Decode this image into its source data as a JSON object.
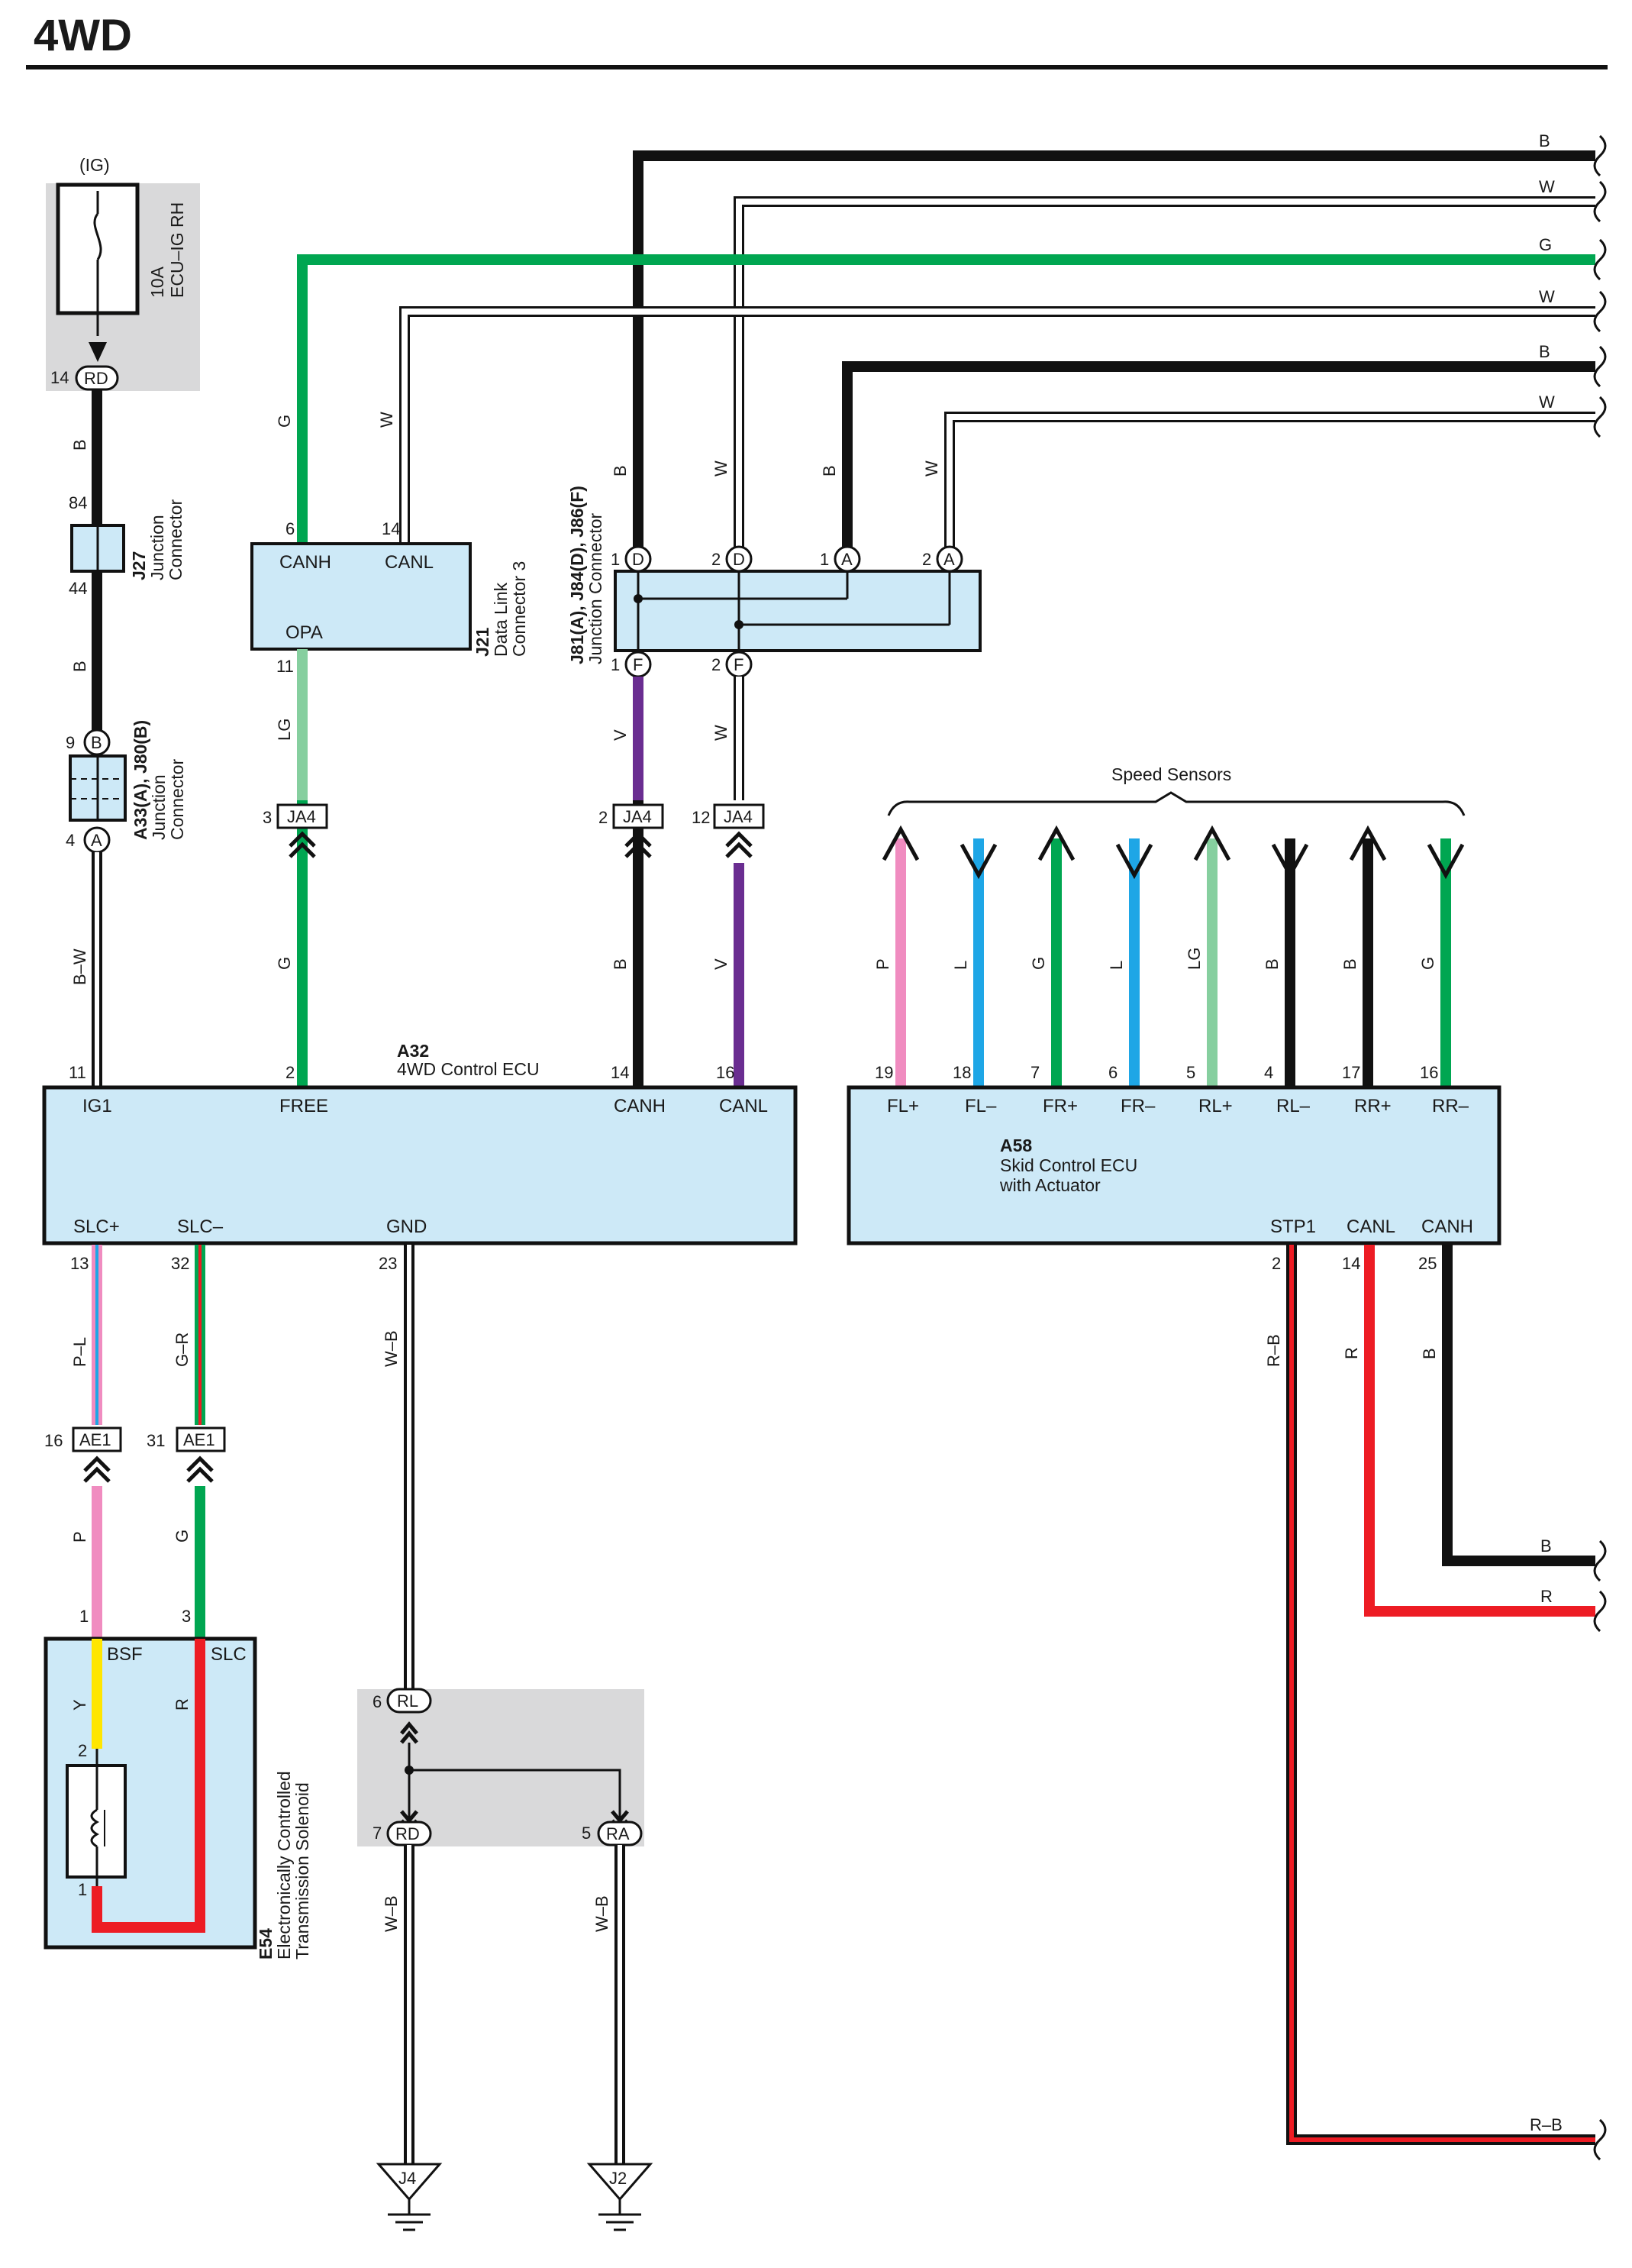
{
  "title": "4WD",
  "fuse": {
    "source": "(IG)",
    "rating": "10A",
    "name": "ECU–IG RH",
    "pin": "14",
    "connector": "RD"
  },
  "connectors": {
    "j27": {
      "id": "J27",
      "desc1": "Junction",
      "desc2": "Connector",
      "pin_top": "84",
      "pin_bottom": "44"
    },
    "a33": {
      "id": "A33(A), J80(B)",
      "desc1": "Junction",
      "desc2": "Connector",
      "pin_top": "9",
      "code_top": "B",
      "pin_bottom": "4",
      "code_bottom": "A"
    },
    "j21": {
      "id": "J21",
      "desc1": "Data Link",
      "desc2": "Connector 3",
      "terms": [
        "CANH",
        "CANL",
        "OPA"
      ],
      "pins": [
        "6",
        "14",
        "11"
      ]
    },
    "j81": {
      "id": "J81(A), J84(D), J86(F)",
      "desc": "Junction Connector",
      "top_pins": [
        {
          "pin": "1",
          "code": "D"
        },
        {
          "pin": "2",
          "code": "D"
        },
        {
          "pin": "1",
          "code": "A"
        },
        {
          "pin": "2",
          "code": "A"
        }
      ],
      "bottom_pins": [
        {
          "pin": "1",
          "code": "F"
        },
        {
          "pin": "2",
          "code": "F"
        }
      ]
    },
    "ja4": [
      {
        "pin": "3",
        "code": "JA4"
      },
      {
        "pin": "2",
        "code": "JA4"
      },
      {
        "pin": "12",
        "code": "JA4"
      }
    ],
    "ae1": [
      {
        "pin": "16",
        "code": "AE1"
      },
      {
        "pin": "31",
        "code": "AE1"
      }
    ]
  },
  "ecu_4wd": {
    "id": "A32",
    "name": "4WD Control ECU",
    "top_terms": [
      {
        "pin": "11",
        "name": "IG1"
      },
      {
        "pin": "2",
        "name": "FREE"
      },
      {
        "pin": "14",
        "name": "CANH"
      },
      {
        "pin": "16",
        "name": "CANL"
      }
    ],
    "bottom_terms": [
      {
        "pin": "13",
        "name": "SLC+"
      },
      {
        "pin": "32",
        "name": "SLC–"
      },
      {
        "pin": "23",
        "name": "GND"
      }
    ]
  },
  "skid_ecu": {
    "id": "A58",
    "name1": "Skid Control ECU",
    "name2": "with Actuator",
    "top_terms": [
      {
        "pin": "19",
        "name": "FL+"
      },
      {
        "pin": "18",
        "name": "FL–"
      },
      {
        "pin": "7",
        "name": "FR+"
      },
      {
        "pin": "6",
        "name": "FR–"
      },
      {
        "pin": "5",
        "name": "RL+"
      },
      {
        "pin": "4",
        "name": "RL–"
      },
      {
        "pin": "17",
        "name": "RR+"
      },
      {
        "pin": "16",
        "name": "RR–"
      }
    ],
    "bottom_terms": [
      {
        "pin": "2",
        "name": "STP1"
      },
      {
        "pin": "14",
        "name": "CANL"
      },
      {
        "pin": "25",
        "name": "CANH"
      }
    ]
  },
  "speed_sensors_label": "Speed Sensors",
  "sensor_wires": [
    "P",
    "L",
    "G",
    "L",
    "LG",
    "B",
    "B",
    "G"
  ],
  "solenoid": {
    "id": "E54",
    "name1": "Electronically Controlled",
    "name2": "Transmission Solenoid",
    "terms": [
      "BSF",
      "SLC"
    ],
    "pins": [
      "1",
      "3",
      "2",
      "1"
    ]
  },
  "ground_junction": {
    "pins": [
      {
        "pin": "6",
        "code": "RL"
      },
      {
        "pin": "7",
        "code": "RD"
      },
      {
        "pin": "5",
        "code": "RA"
      }
    ]
  },
  "grounds": [
    "J4",
    "J2"
  ],
  "right_wire_labels": [
    "B",
    "W",
    "G",
    "W",
    "B",
    "W"
  ],
  "bottom_right_labels": [
    "B",
    "R",
    "R–B"
  ],
  "wire_labels": {
    "fuse_down": "B",
    "j27_down": "B",
    "a33_down": "B–W",
    "j21_g": "G",
    "j21_w": "W",
    "j21_lg": "LG",
    "free_g": "G",
    "j81_b": "B",
    "j81_w1": "W",
    "j81_b2": "B",
    "j81_w2": "W",
    "j81_v": "V",
    "j81_w3": "W",
    "canh_b": "B",
    "canl_v": "V",
    "slcp": "P–L",
    "slcm": "G–R",
    "gnd": "W–B",
    "sol_p": "P",
    "sol_g": "G",
    "sol_y": "Y",
    "sol_r": "R",
    "gnd_j4": "W–B",
    "gnd_j2": "W–B",
    "stp1": "R–B",
    "canl_r": "R",
    "canh_b2": "B"
  },
  "colors": {
    "black": "#111111",
    "white": "#ffffff",
    "green": "#00a651",
    "light_green": "#86cf9f",
    "violet": "#6a2d91",
    "pink": "#f08cc0",
    "blue": "#1ea6e6",
    "red": "#ed1c24",
    "yellow": "#ffe600",
    "box": "#cde9f7",
    "shade": "#d9d9da"
  }
}
